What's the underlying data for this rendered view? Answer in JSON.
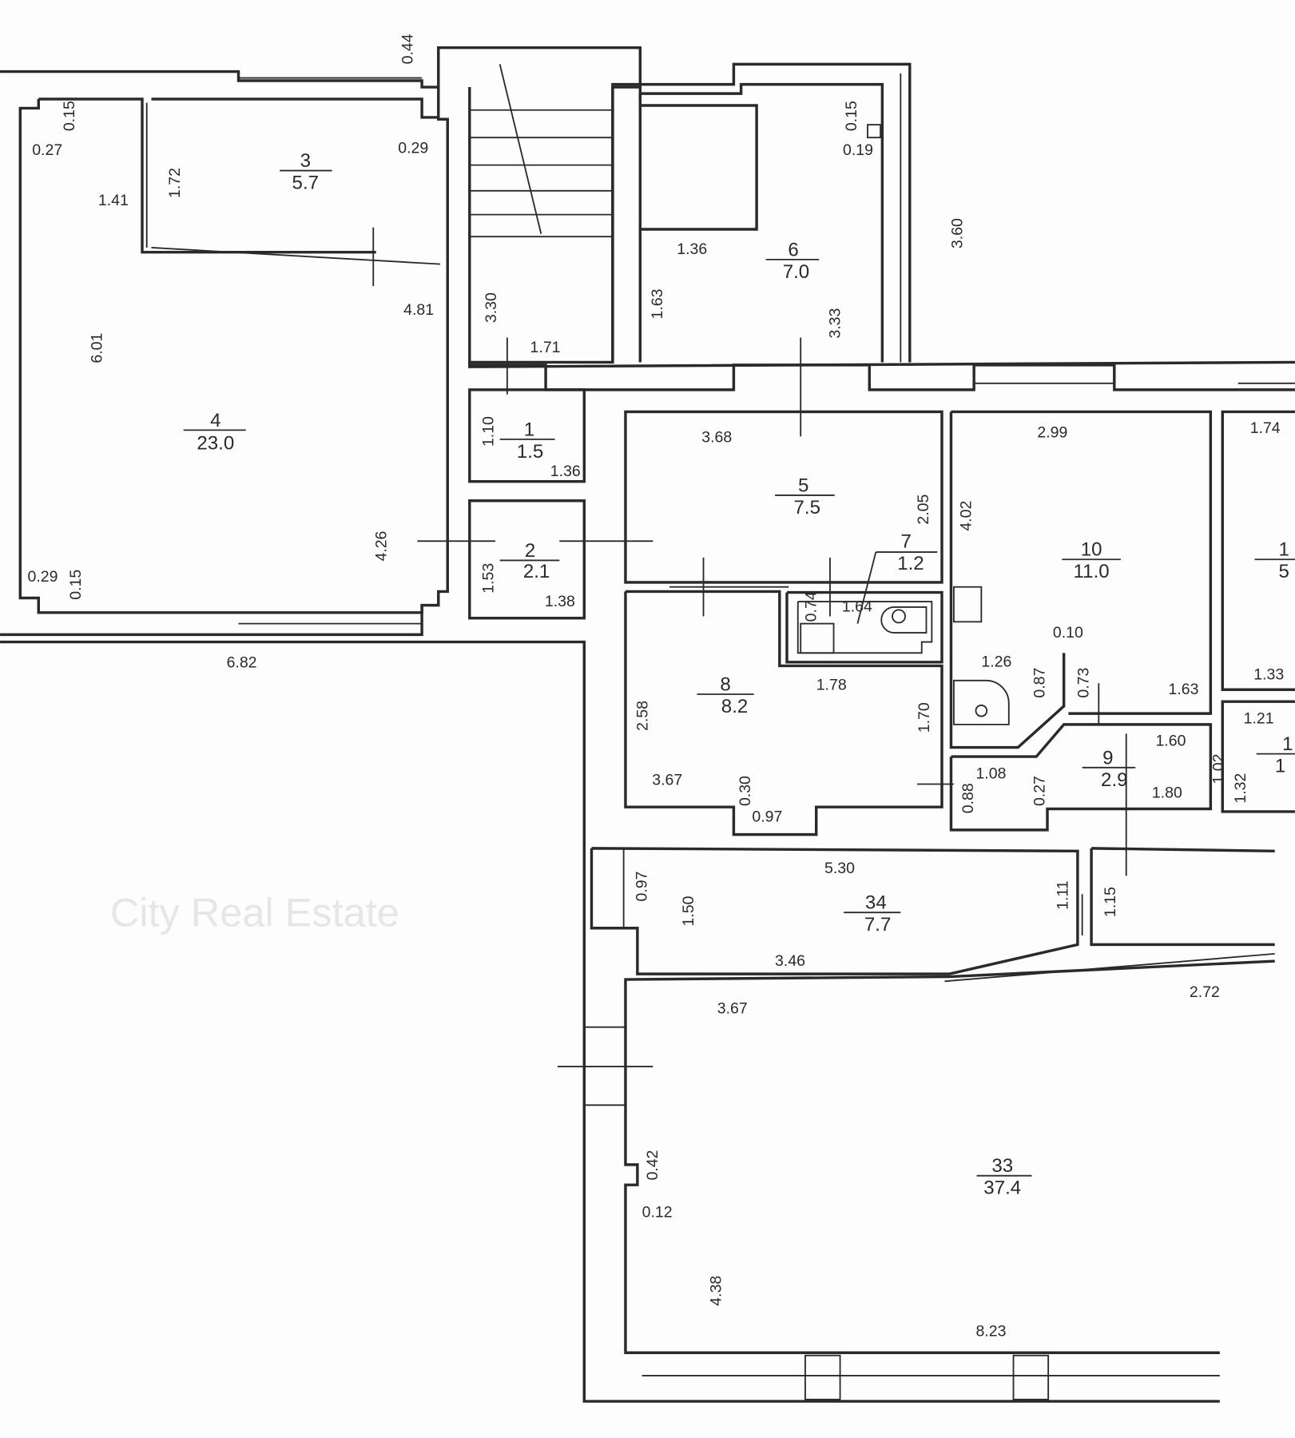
{
  "watermark": "City Real Estate",
  "rooms": [
    {
      "number": "3",
      "area": "5.7"
    },
    {
      "number": "4",
      "area": "23.0"
    },
    {
      "number": "6",
      "area": "7.0"
    },
    {
      "number": "1",
      "area": "1.5"
    },
    {
      "number": "5",
      "area": "7.5"
    },
    {
      "number": "2",
      "area": "2.1"
    },
    {
      "number": "7",
      "area": "1.2"
    },
    {
      "number": "10",
      "area": "11.0"
    },
    {
      "number": "1",
      "area": "5"
    },
    {
      "number": "8",
      "area": "8.2"
    },
    {
      "number": "9",
      "area": "2.9"
    },
    {
      "number": "1",
      "area": "1"
    },
    {
      "number": "34",
      "area": "7.7"
    },
    {
      "number": "33",
      "area": "37.4"
    }
  ],
  "dimensions": [
    "0.44",
    "0.15",
    "0.27",
    "1.41",
    "1.72",
    "0.29",
    "6.01",
    "4.81",
    "3.30",
    "1.71",
    "0.15",
    "0.19",
    "3.60",
    "1.36",
    "1.63",
    "3.33",
    "1.10",
    "1.36",
    "3.68",
    "2.05",
    "4.02",
    "2.99",
    "1.74",
    "4.26",
    "0.29",
    "0.15",
    "1.53",
    "1.38",
    "0.74",
    "1.64",
    "6.82",
    "0.10",
    "1.26",
    "0.87",
    "0.73",
    "1.63",
    "1.33",
    "1.78",
    "2.58",
    "1.70",
    "1.21",
    "1.60",
    "1.08",
    "1.02",
    "3.67",
    "0.30",
    "0.97",
    "0.88",
    "0.27",
    "1.80",
    "1.32",
    "5.30",
    "0.97",
    "1.50",
    "1.11",
    "1.15",
    "3.46",
    "2.72",
    "3.67",
    "0.42",
    "0.12",
    "4.38",
    "8.23"
  ]
}
